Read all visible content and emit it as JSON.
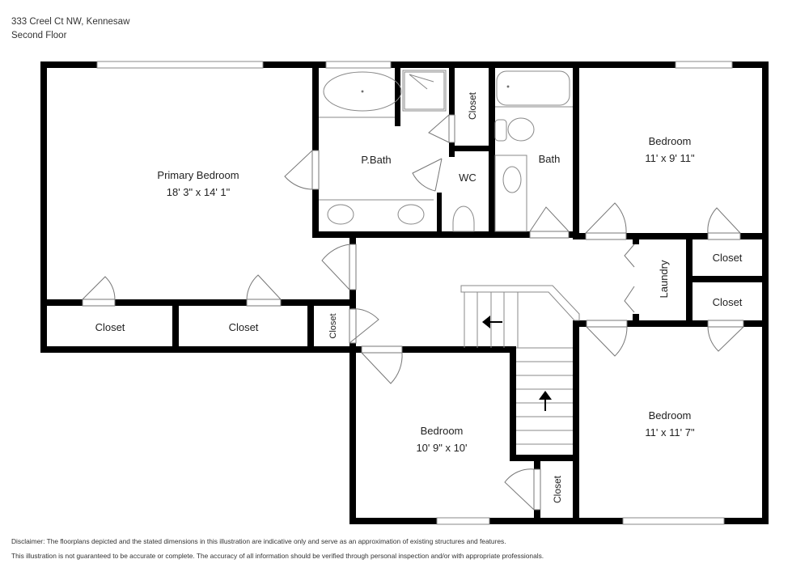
{
  "header": {
    "address": "333 Creel Ct NW, Kennesaw",
    "floor": "Second Floor"
  },
  "rooms": {
    "primary_bedroom": {
      "name": "Primary Bedroom",
      "dims": "18' 3\" x 14' 1\""
    },
    "p_bath": {
      "name": "P.Bath"
    },
    "wc": {
      "name": "WC"
    },
    "bath_closet": {
      "name": "Closet"
    },
    "bath": {
      "name": "Bath"
    },
    "bedroom_ne": {
      "name": "Bedroom",
      "dims": "11' x 9' 11\""
    },
    "laundry": {
      "name": "Laundry"
    },
    "closet_laundry_1": {
      "name": "Closet"
    },
    "closet_laundry_2": {
      "name": "Closet"
    },
    "closet_primary_1": {
      "name": "Closet"
    },
    "closet_primary_2": {
      "name": "Closet"
    },
    "closet_hall": {
      "name": "Closet"
    },
    "bedroom_s": {
      "name": "Bedroom",
      "dims": "10' 9\" x 10'"
    },
    "closet_bedroom_s": {
      "name": "Closet"
    },
    "bedroom_se": {
      "name": "Bedroom",
      "dims": "11' x 11' 7\""
    }
  },
  "disclaimer": {
    "line1": "Disclaimer: The floorplans depicted and the stated dimensions in this illustration are indicative only and serve as an approximation of existing structures and features.",
    "line2": "This illustration is not guaranteed to be accurate or complete. The accuracy of all information should be verified through personal inspection and/or with appropriate professionals."
  },
  "colors": {
    "wall": "#000000",
    "fixture": "#888888",
    "background": "#ffffff"
  }
}
